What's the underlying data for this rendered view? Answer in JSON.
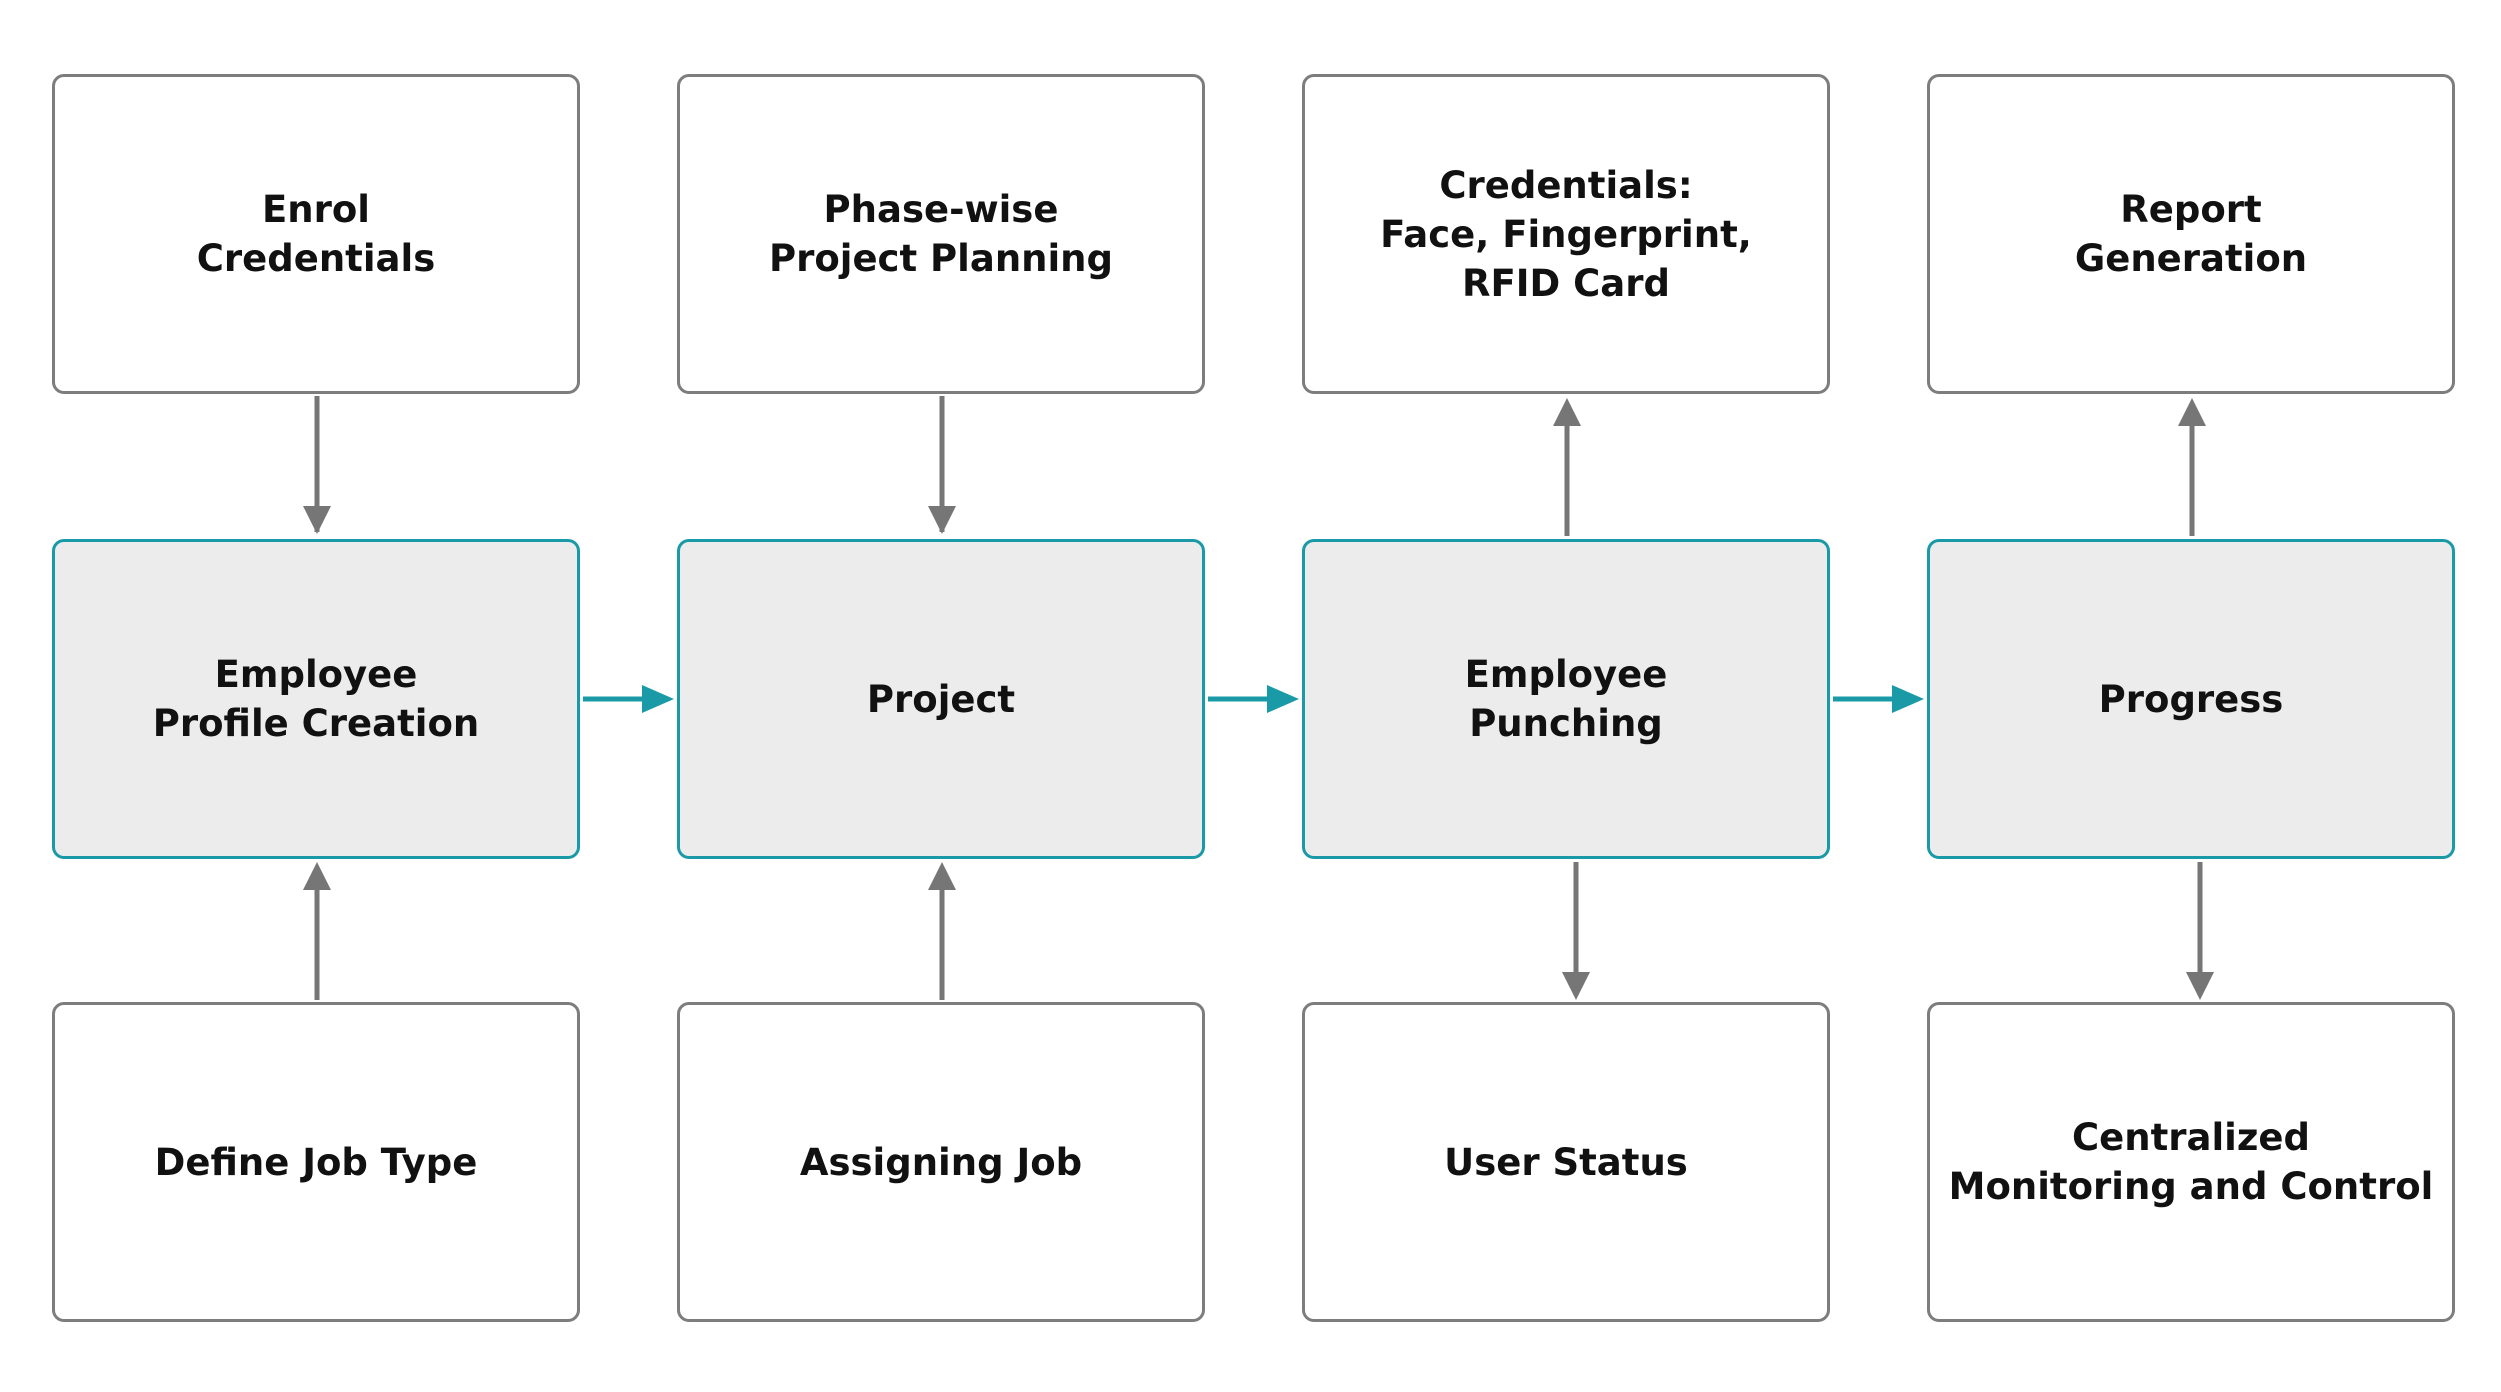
{
  "nodes": {
    "enrol_credentials": {
      "label": "Enrol\nCredentials"
    },
    "phase_wise_planning": {
      "label": "Phase-wise\nProject Planning"
    },
    "credentials_methods": {
      "label": "Credentials:\nFace, Fingerprint,\nRFID Card"
    },
    "report_generation": {
      "label": "Report\nGeneration"
    },
    "employee_profile_creation": {
      "label": "Employee\nProfile Creation"
    },
    "project": {
      "label": "Project"
    },
    "employee_punching": {
      "label": "Employee\nPunching"
    },
    "progress": {
      "label": "Progress"
    },
    "define_job_type": {
      "label": "Define Job Type"
    },
    "assigning_job": {
      "label": "Assigning Job"
    },
    "user_status": {
      "label": "User Status"
    },
    "centralized_monitoring": {
      "label": "Centralized\nMonitoring and Control"
    }
  },
  "edges": [
    {
      "from": "enrol_credentials",
      "to": "employee_profile_creation"
    },
    {
      "from": "define_job_type",
      "to": "employee_profile_creation"
    },
    {
      "from": "phase_wise_planning",
      "to": "project"
    },
    {
      "from": "assigning_job",
      "to": "project"
    },
    {
      "from": "employee_profile_creation",
      "to": "project"
    },
    {
      "from": "project",
      "to": "employee_punching"
    },
    {
      "from": "employee_punching",
      "to": "progress"
    },
    {
      "from": "employee_punching",
      "to": "credentials_methods"
    },
    {
      "from": "employee_punching",
      "to": "user_status"
    },
    {
      "from": "progress",
      "to": "report_generation"
    },
    {
      "from": "progress",
      "to": "centralized_monitoring"
    }
  ],
  "colors": {
    "main_border": "#1a9aa7",
    "main_fill": "#ececec",
    "side_border": "#7d7d7d",
    "side_fill": "#ffffff",
    "main_arrow": "#1a9aa7",
    "side_arrow": "#767676",
    "text": "#111111"
  }
}
